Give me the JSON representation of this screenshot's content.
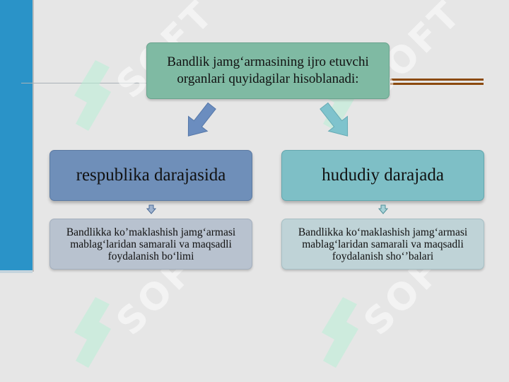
{
  "diagram": {
    "root": "Bandlik jamg‘armasining ijro etuvchi organlari quyidagilar hisoblanadi:",
    "levels": [
      {
        "title": "respublika  darajasida",
        "description": "Bandlikka ko’maklashish jamg‘armasi mablag‘laridan samarali va maqsadli foydalanish bo‘limi",
        "color": "#6f8fb9"
      },
      {
        "title": "hududiy  darajada",
        "description": "Bandlikka ko‘maklashish jamg‘armasi mablag‘laridan samarali va maqsadli foydalanish sho‘’balari",
        "color": "#7ebfc6"
      }
    ]
  },
  "watermark": {
    "text": "SOFT",
    "icon": "soft-logo-icon"
  },
  "colors": {
    "accent_blue": "#2a93c8",
    "root_box": "#7fbaa3",
    "brown_bars": "#8b4a0f"
  }
}
